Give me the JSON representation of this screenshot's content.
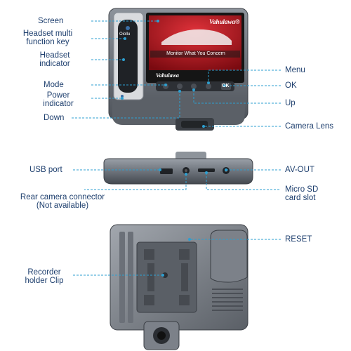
{
  "labels": {
    "screen": "Screen",
    "headset_key_1": "Headset multi",
    "headset_key_2": "function key",
    "headset_ind_1": "Headset",
    "headset_ind_2": "indicator",
    "mode": "Mode",
    "power_1": "Power",
    "power_2": "indicator",
    "down": "Down",
    "menu": "Menu",
    "ok": "OK",
    "up": "Up",
    "camera_lens": "Camera Lens",
    "usb_port": "USB port",
    "av_out": "AV-OUT",
    "rear_cam_1": "Rear camera connector",
    "rear_cam_2": "(Not available)",
    "microsd_1": "Micro SD",
    "microsd_2": "card slot",
    "reset": "RESET",
    "holder_1": "Recorder",
    "holder_2": "holder Clip"
  },
  "device": {
    "screen_brand": "Vahulawa®",
    "screen_tagline": "Monitor What You Concern",
    "bezel_brand": "Vahulawa",
    "headset_text": "Oiollu",
    "ok_key": "OK"
  },
  "colors": {
    "label_text": "#1e3f6e",
    "leader_line": "#2d9fd0",
    "device_body": "#6b7078",
    "screen_red": "#c0141c"
  }
}
